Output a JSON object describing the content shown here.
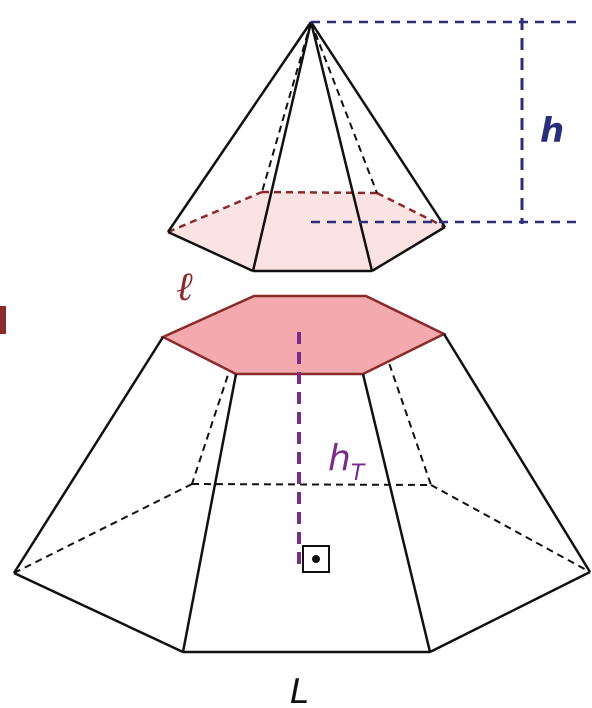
{
  "diagram": {
    "labels": {
      "pyramid_height": "h",
      "small_base_edge": "ℓ",
      "frustum_height_main": "h",
      "frustum_height_sub": "T",
      "large_base_edge": "L"
    },
    "colors": {
      "edge": "#111111",
      "hidden_edge": "#111111",
      "section_fill": "#f3a9ad",
      "section_fill_light": "#fbe3e4",
      "section_edge": "#8a2a2a",
      "height_h": "#2b2f7a",
      "height_hT": "#7a2c8a",
      "label_ell": "#8a2a2a",
      "height_guide": "#2b2f7a"
    }
  }
}
